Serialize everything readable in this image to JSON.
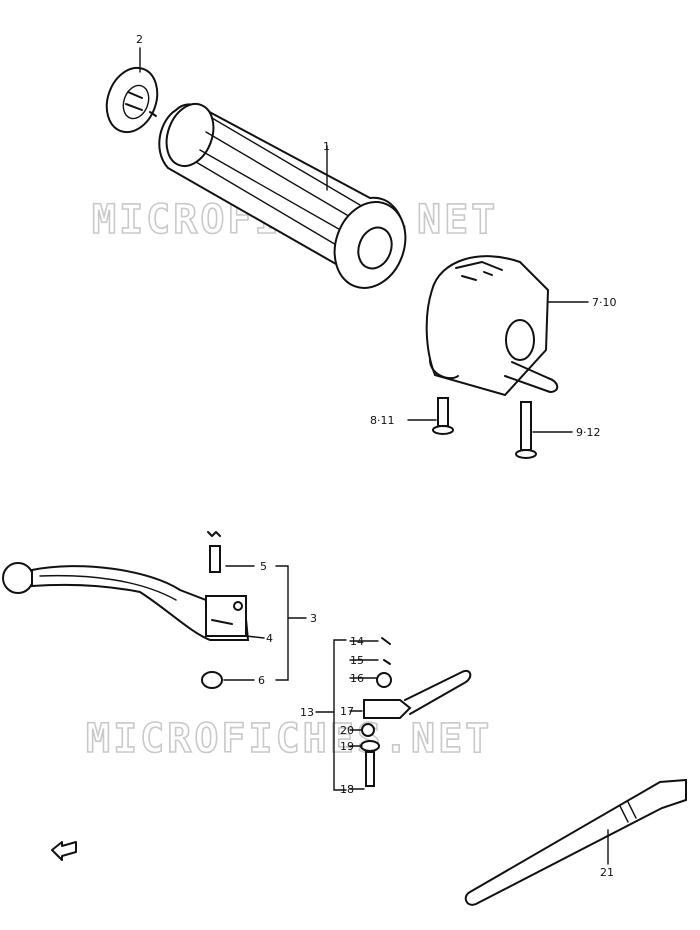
{
  "watermark": "MICROFICHES.NET",
  "labels": {
    "l1": "1",
    "l2": "2",
    "l3": "3",
    "l4": "4",
    "l5": "5",
    "l6": "6",
    "l7_10": "7·10",
    "l8_11": "8·11",
    "l9_12": "9·12",
    "l13": "13",
    "l14": "14",
    "l15": "15",
    "l16": "16",
    "l17": "17",
    "l18": "18",
    "l19": "19",
    "l20": "20",
    "l21": "21"
  },
  "colors": {
    "ink": "#111111",
    "watermark": "#c9c9c9",
    "paper": "#ffffff"
  }
}
